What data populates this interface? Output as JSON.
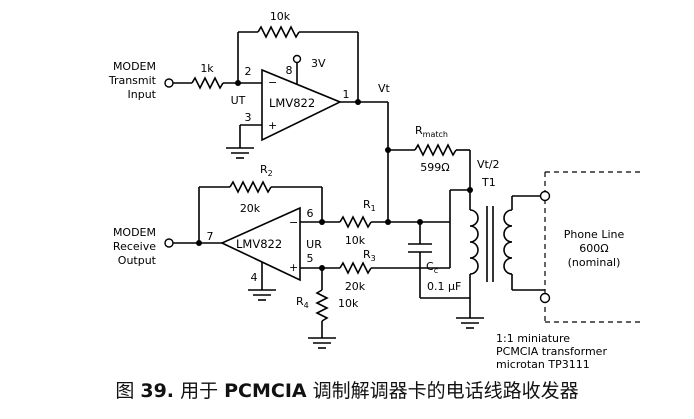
{
  "labels": {
    "modem_tx": [
      "MODEM",
      "Transmit",
      "Input"
    ],
    "modem_rx": [
      "MODEM",
      "Receive",
      "Output"
    ],
    "r_in": "1k",
    "r_fb_top": "10k",
    "pin2": "2",
    "pin3": "3",
    "pin8": "8",
    "pin1": "1",
    "supply": "3V",
    "ut": "UT",
    "ic_top": "LMV822",
    "vt": "Vt",
    "r_match_main": "R",
    "r_match_sub": "match",
    "r_match_val": "599Ω",
    "vt2": "Vt/2",
    "t1": "T1",
    "r2_main": "R",
    "r2_sub": "2",
    "r2_val": "20k",
    "pin6": "6",
    "pin7": "7",
    "pin5": "5",
    "pin4": "4",
    "ic_bot": "LMV822",
    "ur": "UR",
    "r1_main": "R",
    "r1_sub": "1",
    "r1_val": "10k",
    "r3_main": "R",
    "r3_sub": "3",
    "r3_val": "20k",
    "r4_main": "R",
    "r4_sub": "4",
    "r4_val": "10k",
    "cc_main": "C",
    "cc_sub": "c",
    "cc_val": "0.1 μF",
    "phone": [
      "Phone Line",
      "600Ω",
      "(nominal)"
    ],
    "xfmr_note": [
      "1:1 miniature",
      "PCMCIA transformer",
      "microtan TP3111"
    ],
    "plus": "+",
    "minus": "−"
  },
  "caption": {
    "prefix": "图 ",
    "number": "39.",
    "text_a": " 用于 ",
    "bold": "PCMCIA",
    "text_b": " 调制解调器卡的电话线路收发器"
  }
}
